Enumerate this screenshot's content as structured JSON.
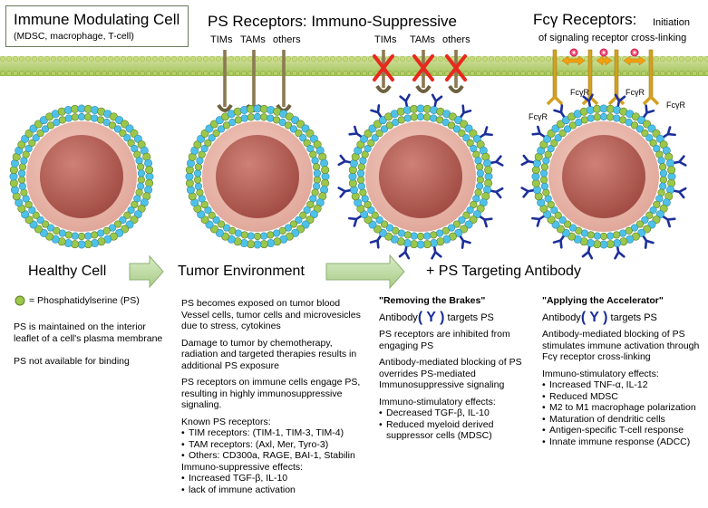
{
  "colors": {
    "membrane_top": "#c9d98a",
    "membrane_bottom": "#9fc357",
    "lipid_blue": "#4fc1e8",
    "lipid_green": "#9bc74a",
    "cell_pink": "#e7b3a6",
    "nucleus": "#b45d53",
    "receptor_brown": "#8b7a52",
    "fc_receptor": "#d4a020",
    "antibody": "#1c2f9a",
    "block_red": "#e8281e",
    "arrow_green": "#bcd99a"
  },
  "header": {
    "box_title": "Immune Modulating Cell",
    "box_subtitle": "(MDSC, macrophage, T-cell)",
    "ps_title": "PS Receptors: Immuno-Suppressive",
    "fc_title": "Fcγ Receptors:",
    "fc_sub1": "Initiation",
    "fc_sub2": "of signaling receptor cross-linking",
    "rec1": [
      "TIMs",
      "TAMs",
      "others"
    ],
    "rec2": [
      "TIMs",
      "TAMs",
      "others"
    ],
    "fcr_label": "FcγR"
  },
  "stages": {
    "healthy": "Healthy Cell",
    "tumor": "Tumor Environment",
    "antibody": "+ PS Targeting Antibody"
  },
  "col1": {
    "legend": "= Phosphatidylserine (PS)",
    "p1": "PS is maintained on the interior leaflet of a cell's plasma membrane",
    "p2": "PS not available for binding"
  },
  "col2": {
    "p1": "PS becomes exposed on tumor blood Vessel cells, tumor cells and microvesicles due to stress, cytokines",
    "p2": "Damage to tumor by chemotherapy, radiation and targeted therapies results in additional PS exposure",
    "p3": "PS receptors on immune cells engage PS, resulting in highly immunosuppressive signaling.",
    "known": "Known PS receptors:",
    "known_items": [
      "TIM receptors: (TIM-1, TIM-3, TIM-4)",
      "TAM receptors: (Axl, Mer, Tyro-3)",
      "Others: CD300a, RAGE, BAI-1, Stabilin"
    ],
    "supp": "Immuno-suppressive effects:",
    "supp_items": [
      "Increased TGF-β, IL-10",
      "lack of immune activation"
    ]
  },
  "col3": {
    "heading": "\"Removing the Brakes\"",
    "ab_pre": "Antibody",
    "ab_post": "targets PS",
    "p1": "PS receptors are inhibited from engaging PS",
    "p2": "Antibody-mediated blocking of PS overrides PS-mediated Immunosuppressive signaling",
    "stim": "Immuno-stimulatory effects:",
    "stim_items": [
      "Decreased TGF-β, IL-10",
      "Reduced myeloid derived suppressor cells (MDSC)"
    ]
  },
  "col4": {
    "heading": "\"Applying the Accelerator\"",
    "ab_pre": "Antibody",
    "ab_post": "targets PS",
    "p1": "Antibody-mediated blocking of PS stimulates immune activation through Fcγ receptor cross-linking",
    "stim": "Immuno-stimulatory effects:",
    "stim_items": [
      "Increased TNF-α, IL-12",
      "Reduced MDSC",
      "M2 to M1 macrophage polarization",
      "Maturation of dendritic cells",
      "Antigen-specific T-cell response",
      "Innate immune response (ADCC)"
    ]
  }
}
